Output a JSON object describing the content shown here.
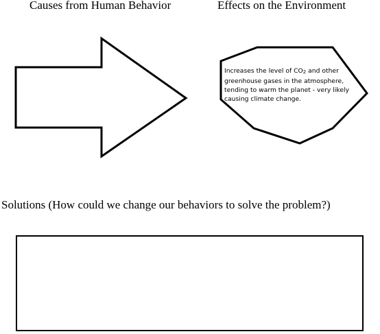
{
  "headings": {
    "causes": "Causes from Human Behavior",
    "effects": "Effects on the Environment",
    "solutions": "Solutions (How could we change our behaviors to solve the problem?)"
  },
  "effect_box": {
    "text_before": "Increases the level of CO",
    "subscript": "2",
    "text_after": " and other greenhouse gases in the atmosphere, tending to warm the planet - very likely causing climate change."
  },
  "shapes": {
    "arrow_label": "",
    "solution_box_text": ""
  },
  "colors": {
    "stroke": "#000000",
    "fill": "#ffffff"
  }
}
